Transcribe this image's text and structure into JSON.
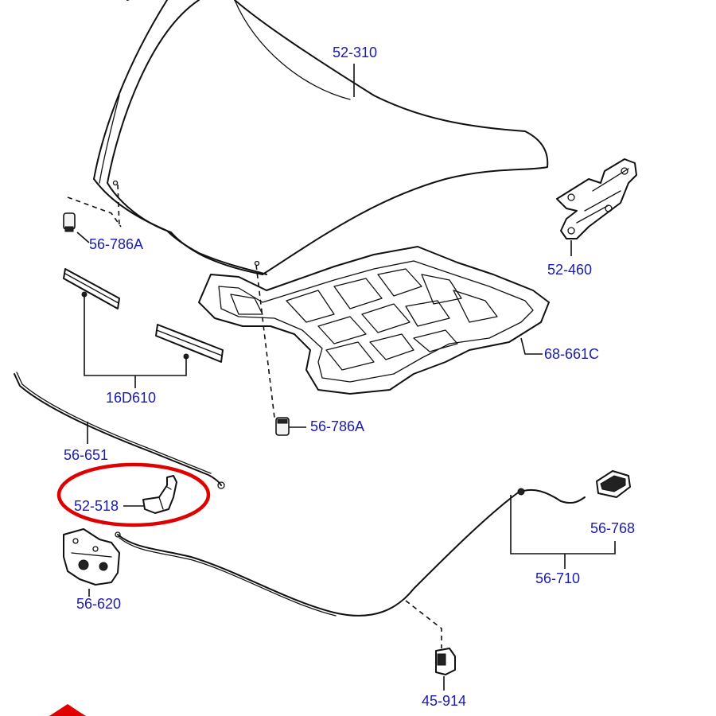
{
  "labels": {
    "hood": "52-310",
    "bumper_left": "56-786A",
    "hinge": "52-460",
    "insulator": "68-661C",
    "weatherstrip": "16D610",
    "bumper_center": "56-786A",
    "prop_rod": "56-651",
    "prop_clip": "52-518",
    "latch": "56-620",
    "handle": "56-768",
    "release_cable": "56-710",
    "cable_clip": "45-914"
  },
  "colors": {
    "label_text": "#1a1ab4",
    "highlight": "#e00000",
    "line": "#111111"
  }
}
